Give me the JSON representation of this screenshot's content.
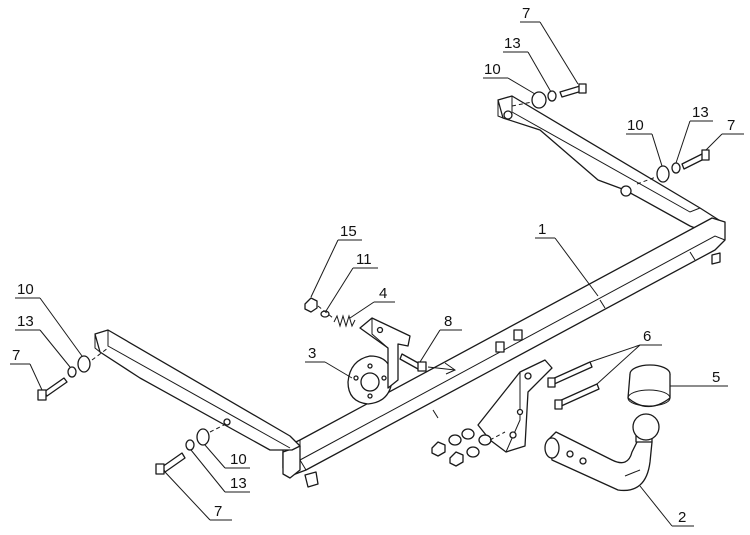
{
  "callouts": [
    {
      "id": "c7a",
      "text": "7"
    },
    {
      "id": "c13a",
      "text": "13"
    },
    {
      "id": "c10a",
      "text": "10"
    },
    {
      "id": "c10b",
      "text": "10"
    },
    {
      "id": "c13b",
      "text": "13"
    },
    {
      "id": "c7b",
      "text": "7"
    },
    {
      "id": "c1",
      "text": "1"
    },
    {
      "id": "c15",
      "text": "15"
    },
    {
      "id": "c11",
      "text": "11"
    },
    {
      "id": "c4",
      "text": "4"
    },
    {
      "id": "c8",
      "text": "8"
    },
    {
      "id": "c3",
      "text": "3"
    },
    {
      "id": "c6",
      "text": "6"
    },
    {
      "id": "c5",
      "text": "5"
    },
    {
      "id": "c10c",
      "text": "10"
    },
    {
      "id": "c13c",
      "text": "13"
    },
    {
      "id": "c7c",
      "text": "7"
    },
    {
      "id": "c10d",
      "text": "10"
    },
    {
      "id": "c13d",
      "text": "13"
    },
    {
      "id": "c7d",
      "text": "7"
    },
    {
      "id": "c2",
      "text": "2"
    }
  ]
}
